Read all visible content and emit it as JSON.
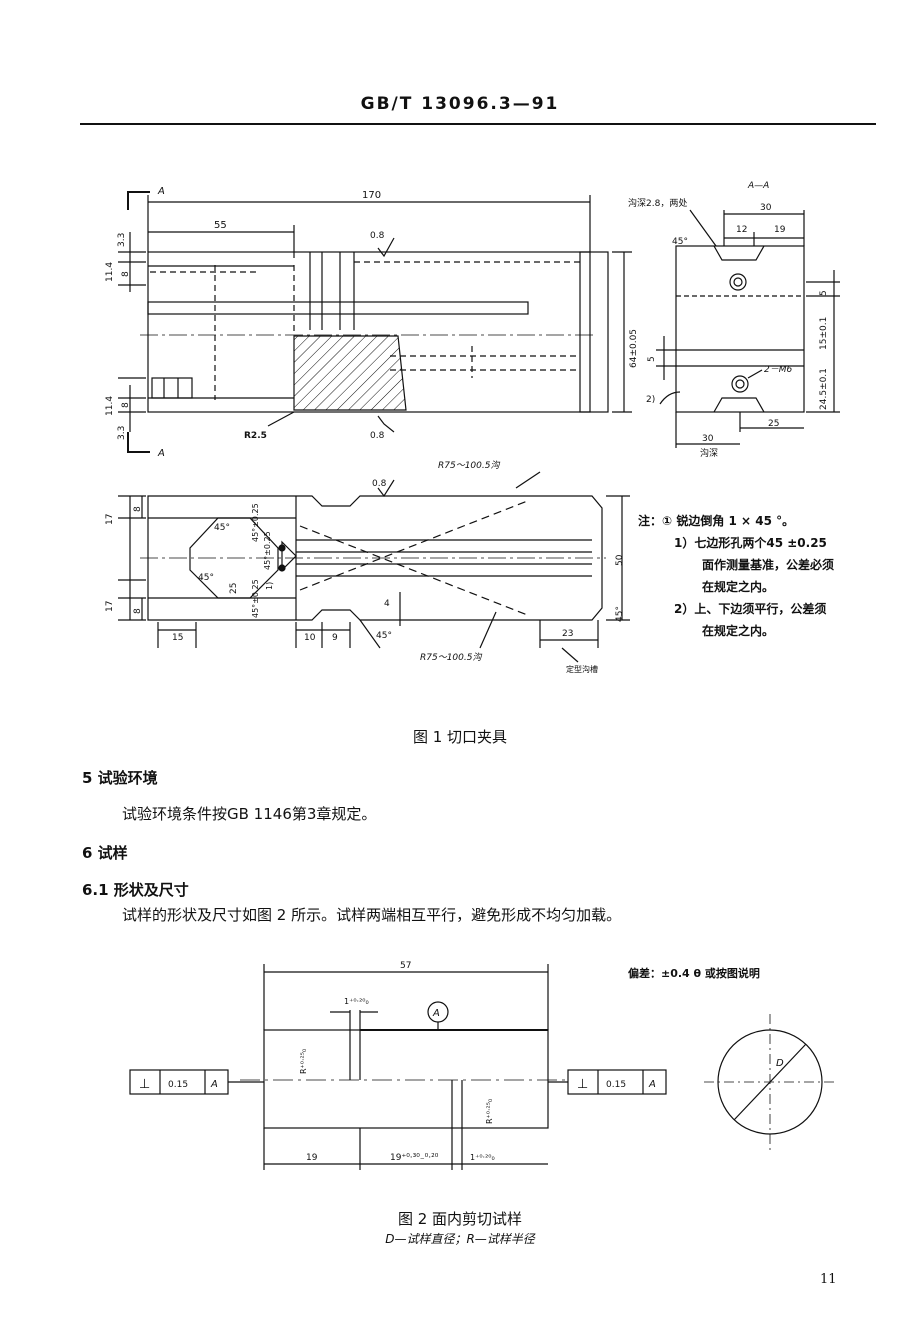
{
  "header": {
    "code": "GB/T 13096.3—91"
  },
  "figure1": {
    "view_mark": "A",
    "dims": {
      "top_total": "170",
      "top_55": "55",
      "top_33a": "3.3",
      "top_114a": "11.4",
      "top_8a": "8",
      "top_114b": "11.4",
      "top_8b": "8",
      "top_33b": "3.3",
      "top_64": "64±0.05",
      "r25": "R2.5",
      "rough": "0.8",
      "bottom_17a": "17",
      "bottom_8a": "8",
      "bottom_17b": "17",
      "bottom_8b": "8",
      "bottom_50": "50",
      "bottom_15": "15",
      "bottom_10": "10",
      "bottom_9": "9",
      "bottom_23": "23",
      "bottom_4": "4",
      "bottom_25": "25",
      "bottom_45a": "45°",
      "bottom_45b": "45°",
      "bottom_45c": "45°",
      "bottom_45d": "45°",
      "bottom_45tol_a": "45°±0.25",
      "bottom_45tol_b": "45°±0.25",
      "bottom_45tol_c": "45°±0.25",
      "r75_top": "R75～100.5沟",
      "r75_bottom": "R75～100.5沟",
      "slot": "定型沟槽",
      "mark1": "1)",
      "aa_title": "A—A",
      "aa_groove": "沟深2.8，两处",
      "aa_30": "30",
      "aa_12": "12",
      "aa_19": "19",
      "aa_45": "45°",
      "aa_5a": "5",
      "aa_5b": "5",
      "aa_15": "15±0.1",
      "aa_245": "24.5±0.1",
      "aa_m6": "2－M6",
      "aa_2": "2)",
      "aa_25": "25",
      "aa_30b": "30",
      "aa_depth": "沟深"
    },
    "notes": {
      "title": "注：① 锐边倒角 1 × 45 °。",
      "n1a": "1）七边形孔两个45  ±0.25",
      "n1b": "面作测量基准，公差必须",
      "n1c": "在规定之内。",
      "n2a": "2）上、下边须平行，公差须",
      "n2b": "在规定之内。"
    },
    "caption": "图 1   切口夹具"
  },
  "sec5": {
    "title": "5   试验环境",
    "text": "试验环境条件按GB 1146第3章规定。"
  },
  "sec6": {
    "title": "6   试样"
  },
  "sec61": {
    "title": "6.1   形状及尺寸",
    "text": "试样的形状及尺寸如图 2 所示。试样两端相互平行，避免形成不均匀加载。"
  },
  "figure2": {
    "tolerance_note": "偏差：±0.4 θ 或按图说明",
    "dims": {
      "total": "57",
      "slot_top": "1⁺⁰·²⁰₀",
      "datum": "A",
      "r_left": "R⁺⁰·²⁵₀",
      "r_right": "R⁺⁰·²⁵₀",
      "left19": "19",
      "mid19": "19⁺⁰·³⁰₋⁰·²⁰",
      "slot_bottom": "1⁺⁰·²⁰₀",
      "d": "D"
    },
    "fcf_left": {
      "symbol": "⊥",
      "value": "0.15",
      "datum": "A"
    },
    "fcf_right": {
      "symbol": "⊥",
      "value": "0.15",
      "datum": "A"
    },
    "caption": "图 2   面内剪切试样",
    "legend": "D—试样直径；R—试样半径"
  },
  "page_number": "11"
}
